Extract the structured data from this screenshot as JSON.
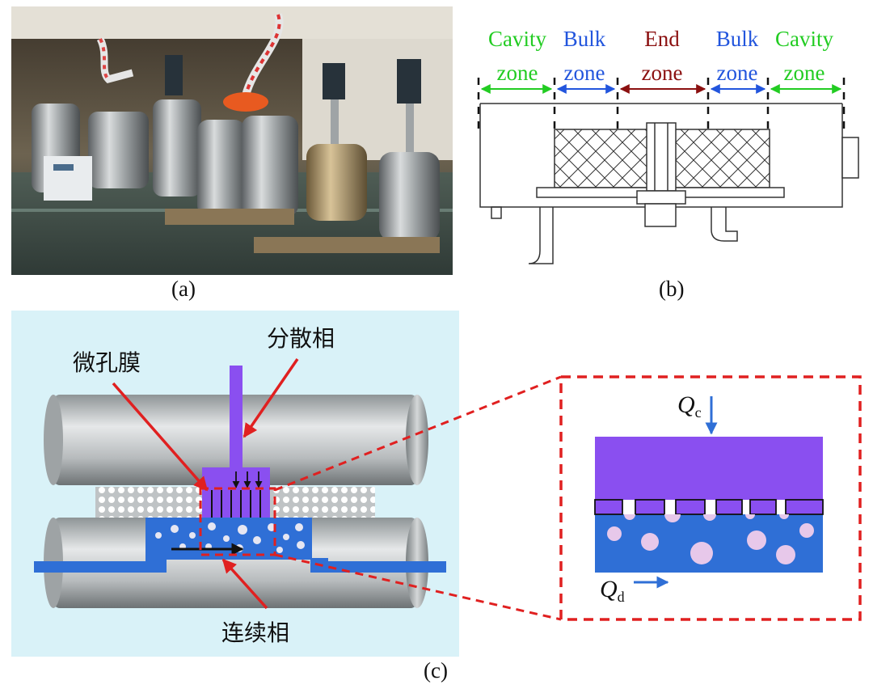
{
  "panel_a": {
    "caption": "(a)"
  },
  "panel_b": {
    "caption": "(b)",
    "zones": [
      {
        "line1": "Cavity",
        "line2": "zone",
        "color": "#22cc22"
      },
      {
        "line1": "Bulk",
        "line2": "zone",
        "color": "#2255dd"
      },
      {
        "line1": "End",
        "line2": "zone",
        "color": "#8b1010"
      },
      {
        "line1": "Bulk",
        "line2": "zone",
        "color": "#2255dd"
      },
      {
        "line1": "Cavity",
        "line2": "zone",
        "color": "#22cc22"
      }
    ]
  },
  "panel_c": {
    "caption": "(c)",
    "label_membrane": "微孔膜",
    "label_dispersed": "分散相",
    "label_continuous": "连续相",
    "inset": {
      "qc_symbol": "Q",
      "qc_sub": "c",
      "qd_symbol": "Q",
      "qd_sub": "d"
    },
    "colors": {
      "dispersed": "#8a4ff0",
      "continuous": "#2f6fd6",
      "callout": "#e02020",
      "background": "#d9f2f8"
    }
  }
}
